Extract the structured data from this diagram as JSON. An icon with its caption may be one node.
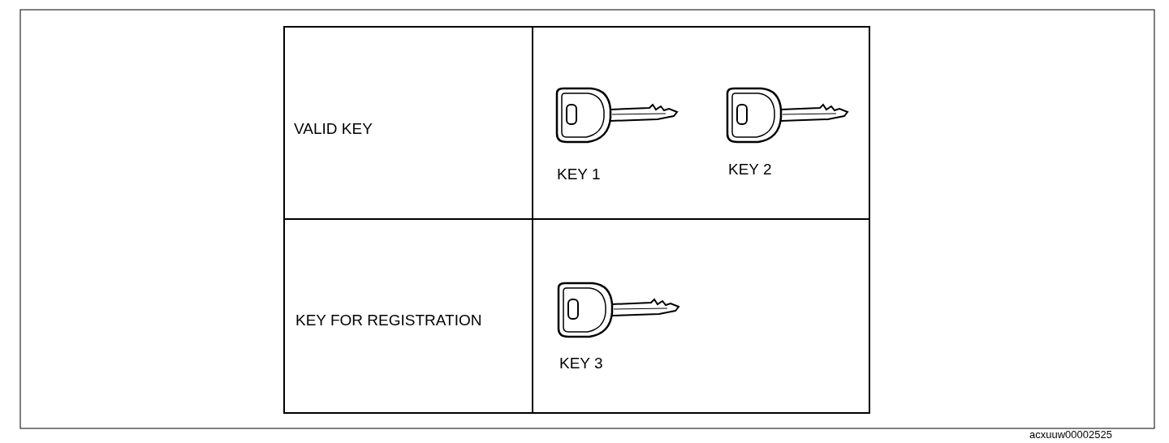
{
  "diagram": {
    "labels": [
      "VALID KEY",
      "KEY 1",
      "KEY 2",
      "KEY FOR REGISTRATION",
      "KEY 3",
      "acxuuw00002525"
    ]
  }
}
